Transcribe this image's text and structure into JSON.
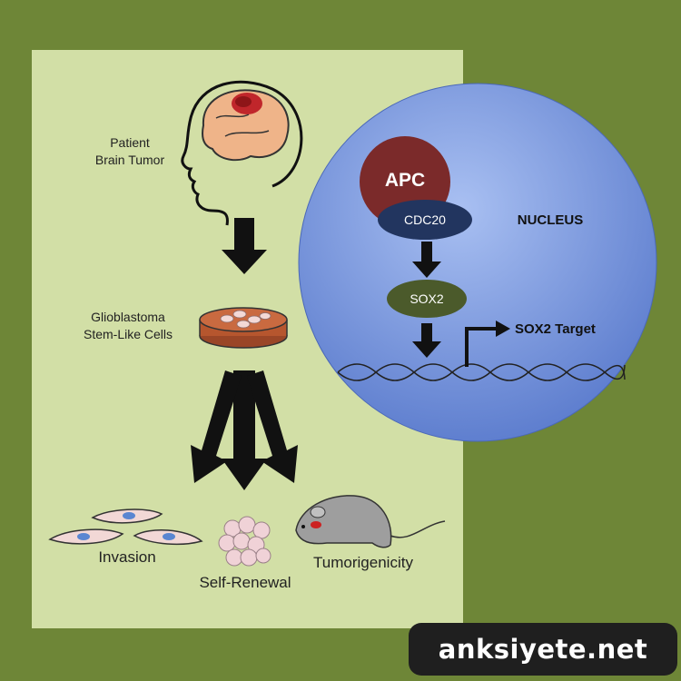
{
  "left_panel": {
    "patient_label_line1": "Patient",
    "patient_label_line2": "Brain Tumor",
    "gsc_label_line1": "Glioblastoma",
    "gsc_label_line2": "Stem-Like Cells",
    "outcomes": {
      "invasion": "Invasion",
      "self_renewal": "Self-Renewal",
      "tumorigenicity": "Tumorigenicity"
    }
  },
  "nucleus": {
    "title": "NUCLEUS",
    "apc": "APC",
    "cdc20": "CDC20",
    "sox2": "SOX2",
    "target": "SOX2 Target"
  },
  "watermark": "anksiyete.net",
  "colors": {
    "background": "#6e8637",
    "panel": "#d2dfa6",
    "nucleus_fill": "#6f8fd9",
    "apc": "#7b2a2a",
    "cdc20": "#22355f",
    "sox2": "#4b5a2b",
    "tumor": "#c0262b",
    "brain": "#efb489",
    "dish": "#b6562e"
  }
}
